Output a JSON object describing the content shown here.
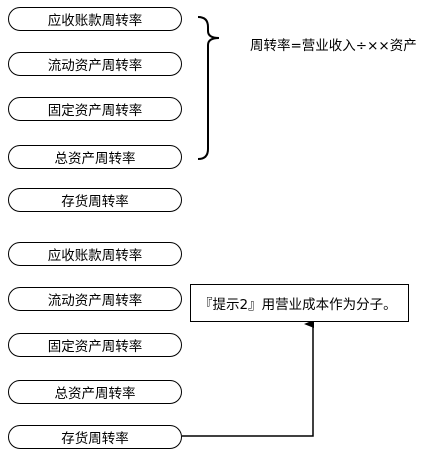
{
  "group1": [
    {
      "label": "应收账款周转率"
    },
    {
      "label": "流动资产周转率"
    },
    {
      "label": "固定资产周转率"
    },
    {
      "label": "总资产周转率"
    },
    {
      "label": "存货周转率"
    }
  ],
  "group2": [
    {
      "label": "应收账款周转率"
    },
    {
      "label": "流动资产周转率"
    },
    {
      "label": "固定资产周转率"
    },
    {
      "label": "总资产周转率"
    },
    {
      "label": "存货周转率"
    }
  ],
  "formula": "周转率=营业收入÷××资产",
  "hint": "『提示2』用营业成本作为分子。"
}
